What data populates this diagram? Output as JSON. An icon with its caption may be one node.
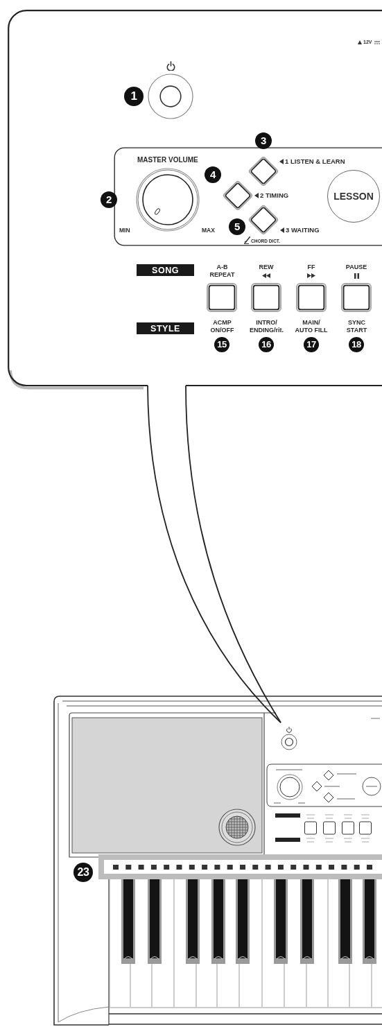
{
  "diagram": {
    "nodes": [
      {
        "text": [],
        "shape": "box"
      },
      {
        "text": [],
        "shape": "circle",
        "in": 0
      },
      {
        "text": [],
        "shape": "box",
        "in": 0
      },
      {
        "text": [
          "MASTER VOLUME"
        ],
        "in": 2
      },
      {
        "text": [
          "1 LISTEN & LEARN"
        ],
        "in": 2
      },
      {
        "text": [
          "2 TIMING"
        ],
        "in": 2
      },
      {
        "text": [
          "3 WAITING"
        ],
        "in": 2
      },
      {
        "text": [
          "LESSON"
        ],
        "in": 2
      },
      {
        "text": [
          "SONG"
        ],
        "in": 0
      },
      {
        "text": [
          "A-B REPEAT",
          "ACMP ON/OFF"
        ],
        "in": 0
      },
      {
        "text": [
          "REW",
          "INTRO/ ENDING/rit."
        ],
        "in": 0
      },
      {
        "text": [
          "FF",
          "MAIN/ AUTO FILL"
        ],
        "in": 0
      },
      {
        "text": [
          "PAUSE",
          "SYNC START"
        ],
        "in": 0
      },
      {
        "text": [
          "STYLE"
        ],
        "in": 0
      }
    ],
    "labels": [
      "12V",
      "1",
      "3",
      "4",
      "2",
      "5",
      "MIN",
      "MAX",
      "CHORD DICT.",
      "15",
      "16",
      "17",
      "18",
      "23"
    ]
  }
}
